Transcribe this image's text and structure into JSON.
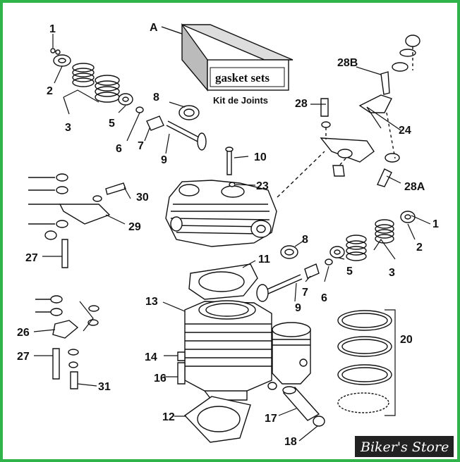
{
  "kit": {
    "line1": "gasket sets",
    "line2": "Kit de Joints"
  },
  "watermark": "Biker's Store",
  "callouts": {
    "A": "A",
    "c1a": "1",
    "c2a": "2",
    "c3a": "3",
    "c5a": "5",
    "c6a": "6",
    "c7a": "7",
    "c8a": "8",
    "c9a": "9",
    "c10": "10",
    "c23": "23",
    "c28": "28",
    "c28B": "28B",
    "c24": "24",
    "c28A": "28A",
    "c30": "30",
    "c29": "29",
    "c27a": "27",
    "c1b": "1",
    "c2b": "2",
    "c3b": "3",
    "c5b": "5",
    "c6b": "6",
    "c7b": "7",
    "c8b": "8",
    "c9b": "9",
    "c11": "11",
    "c13": "13",
    "c26": "26",
    "c27b": "27",
    "c31": "31",
    "c14": "14",
    "c16": "16",
    "c12": "12",
    "c17": "17",
    "c18": "18",
    "c20": "20"
  },
  "colors": {
    "frame": "#2fb34a",
    "ink": "#111111",
    "watermark_bg": "#222222"
  }
}
